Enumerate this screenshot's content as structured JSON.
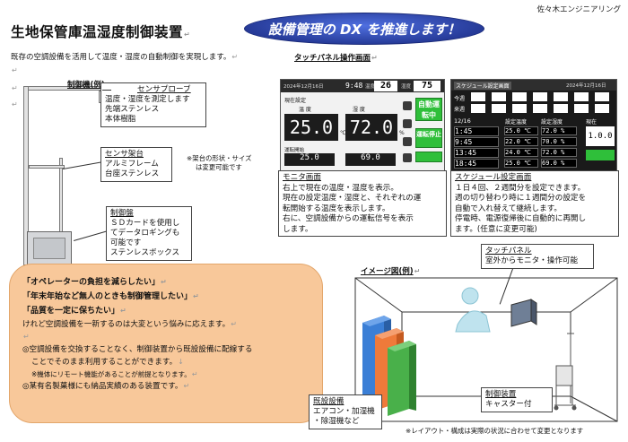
{
  "header": {
    "title": "生地保管庫温湿度制御装置",
    "banner": "設備管理の DX を推進します！",
    "company": "佐々木エンジニアリング",
    "intro": "既存の空調設備を活用して温度・湿度の自動制御を実現します。"
  },
  "left_diagram": {
    "heading": "制御機(例)",
    "probe": {
      "lines": [
        "センサプローブ",
        "温度・湿度を測定します",
        "先端ステンレス",
        "本体樹脂"
      ]
    },
    "stand": {
      "lines": [
        "センサ架台",
        "アルミフレーム",
        "台座ステンレス"
      ]
    },
    "note": {
      "lines": [
        "※架台の形状・サイズ",
        "は変更可能です"
      ]
    },
    "controller": {
      "lines": [
        "制御盤",
        "ＳＤカードを使用し",
        "てデータロギングも",
        "可能です",
        "ステンレスボックス"
      ]
    }
  },
  "touch_panel": {
    "heading": "タッチパネル操作画面",
    "monitor_screen": {
      "date": "2024年12月16日",
      "time": "9:48",
      "outdoor_temp_label": "温度",
      "outdoor_temp": "26",
      "outdoor_hum_label": "湿度",
      "outdoor_hum": "75",
      "current_label": "現在設定",
      "temp_label": "温 度",
      "hum_label": "湿 度",
      "temp_value": "25.0",
      "temp_unit": "℃",
      "hum_value": "72.0",
      "hum_unit": "%",
      "set_temp_label": "運転開始",
      "set_temp": "25.0",
      "set_hum": "69.0",
      "btn_auto": "自動運転中",
      "btn_mode": "運転停止"
    },
    "schedule_screen": {
      "title": "スケジュール設定画面",
      "date": "2024年12月16日",
      "rows_label_today": "今週",
      "rows_label_next": "来週",
      "day": "12/16",
      "col_temp": "設定温度",
      "col_hum": "設定湿度",
      "times": [
        "1:45",
        "9:45",
        "13:45",
        "18:45"
      ],
      "temps": [
        "25.0 ℃",
        "22.0 ℃",
        "24.0 ℃",
        "25.0 ℃"
      ],
      "hums": [
        "72.0 %",
        "70.0 %",
        "72.0 %",
        "69.0 %"
      ],
      "current_label": "現在",
      "current_value": "1.0.0"
    },
    "monitor_caption": {
      "title": "モニタ画面",
      "lines": [
        "右上で現在の温度・湿度を表示。",
        "現在の設定温度・湿度と、それぞれの運",
        "転開始する温度を表示します。",
        "右に、空調設備からの運転信号を表示",
        "します。"
      ]
    },
    "schedule_caption": {
      "title": "スケジュール設定画面",
      "lines": [
        "１日４回、２週間分を設定できます。",
        "週の切り替わり時に１週間分の設定を",
        "自動で入れ替えて継続します。",
        "停電時、電源復帰後に自動的に再開し",
        "ます。(任意に変更可能)"
      ]
    }
  },
  "message": {
    "quotes": [
      "「オペレーターの負担を減らしたい」",
      "「年末年始など無人のときも制御管理したい」",
      "「品質を一定に保ちたい」"
    ],
    "line1": "けれど空調設備を一新するのは大変という悩みに応えます。",
    "bullet1a": "◎空調設備を交換することなく、制御装置から既設設備に配線する",
    "bullet1b": "ことでそのまま利用することができます。",
    "small_note": "※機体にリモート機能があることが前提となります。",
    "bullet2": "◎某有名製菓様にも納品実績のある装置です。"
  },
  "image_diagram": {
    "heading": "イメージ図(例)",
    "touch": {
      "lines": [
        "タッチパネル",
        "室外からモニタ・操作可能"
      ]
    },
    "existing": {
      "lines": [
        "既設設備",
        "エアコン・加湿機",
        "・除湿機など"
      ]
    },
    "controller": {
      "lines": [
        "制御装置",
        "キャスター付"
      ]
    },
    "note": "※レイアウト・構成は実際の状況に合わせて変更となります"
  },
  "colors": {
    "banner": "#2b3fa8",
    "panel_bg": "#1e2a22",
    "panel_green": "#2fbf3a",
    "message_bg": "#f8c89a",
    "unit_blue": "#3b7fd6",
    "unit_orange": "#ef7a3a",
    "unit_green": "#49b04a"
  }
}
